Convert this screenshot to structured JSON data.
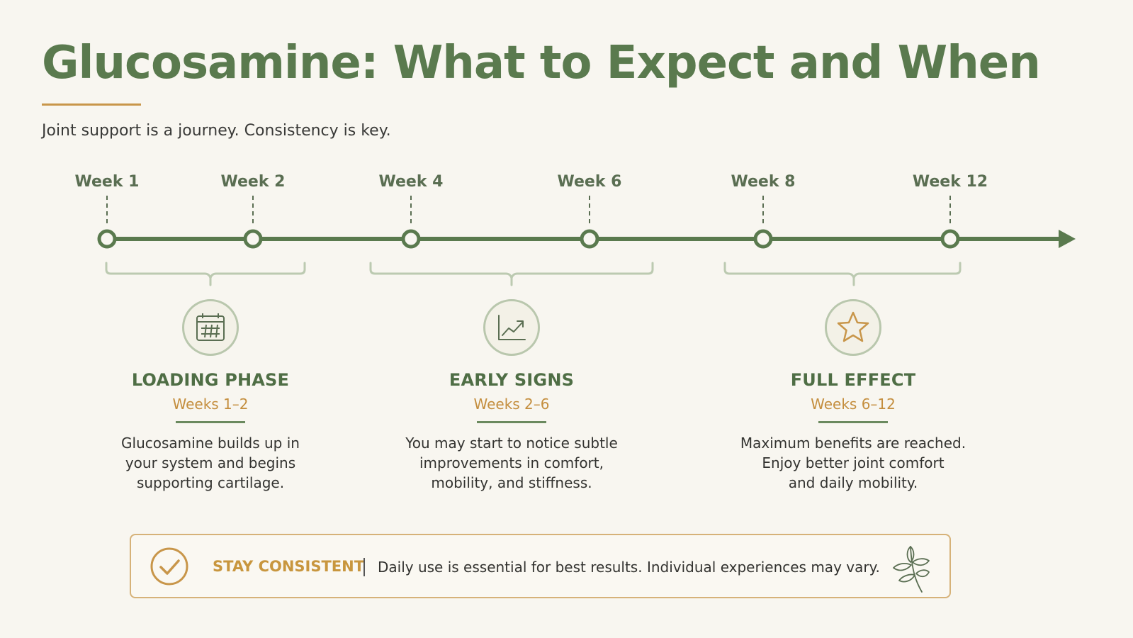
{
  "header": {
    "title": "Glucosamine: What to Expect and When",
    "subtitle": "Joint support is a journey. Consistency is key."
  },
  "timeline": {
    "weeks": [
      "Week 1",
      "Week 2",
      "Week 4",
      "Week 6",
      "Week 8",
      "Week 12"
    ]
  },
  "phases": [
    {
      "title": "LOADING PHASE",
      "weeks": "Weeks 1–2",
      "icon": "calendar-icon",
      "lines": [
        "Glucosamine builds up in",
        "your system and begins",
        "supporting cartilage."
      ]
    },
    {
      "title": "EARLY SIGNS",
      "weeks": "Weeks 2–6",
      "icon": "trend-chart-icon",
      "lines": [
        "You may start to notice subtle",
        "improvements in comfort,",
        "mobility, and stiffness."
      ]
    },
    {
      "title": "FULL EFFECT",
      "weeks": "Weeks 6–12",
      "icon": "star-icon",
      "lines": [
        "Maximum benefits are reached.",
        "Enjoy better joint comfort",
        "and daily mobility."
      ]
    }
  ],
  "banner": {
    "title": "STAY CONSISTENT",
    "text": "Daily use is essential for best results. Individual experiences may vary.",
    "icon": "checkmark-circle-icon",
    "decoration": "leaf-sprig-icon"
  },
  "colors": {
    "background": "#f8f6f0",
    "primary_green": "#5a7a4e",
    "accent_gold": "#c8964a",
    "light_green": "#b9c7ad"
  }
}
